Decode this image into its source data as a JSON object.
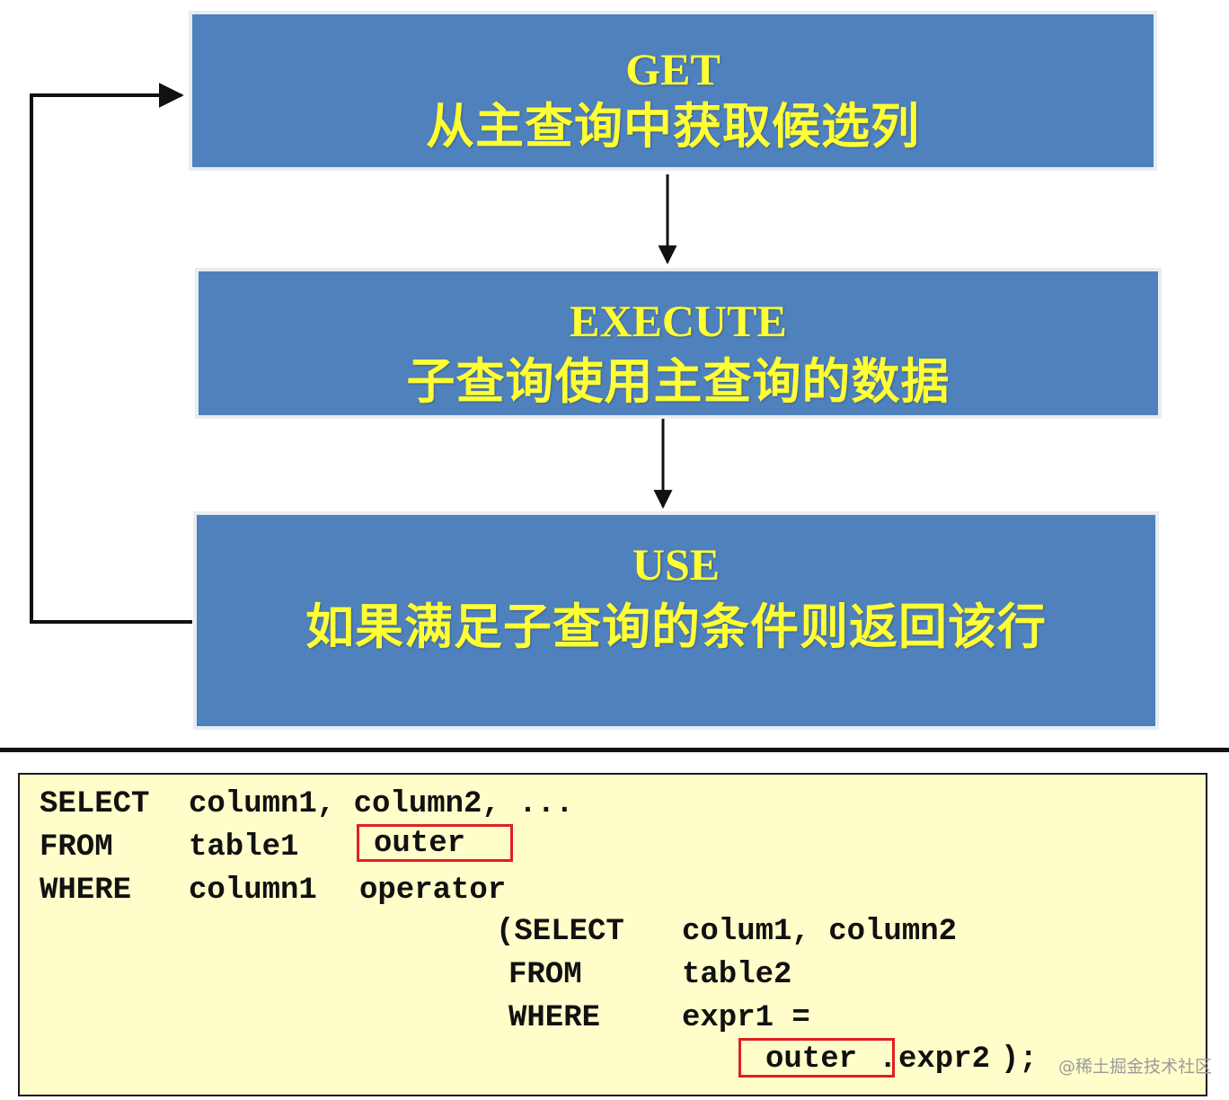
{
  "flow": {
    "steps": [
      {
        "title": "GET",
        "description": "从主查询中获取候选列"
      },
      {
        "title": "EXECUTE",
        "description": "子查询使用主查询的数据"
      },
      {
        "title": "USE",
        "description": "如果满足子查询的条件则返回该行"
      }
    ]
  },
  "code": {
    "line1": {
      "kw": "SELECT",
      "cols": "column1, column2, ..."
    },
    "line2": {
      "kw": "FROM",
      "table": "table1",
      "alias": "outer"
    },
    "line3": {
      "kw": "WHERE",
      "col": "column1",
      "op": "operator"
    },
    "line4": {
      "kw": "(SELECT",
      "cols": "colum1, column2"
    },
    "line5": {
      "kw": "FROM",
      "table": "table2"
    },
    "line6": {
      "kw": "WHERE",
      "expr": "expr1 ="
    },
    "line7": {
      "alias": "outer",
      "dot": ".",
      "expr": "expr2",
      "tail": ");"
    }
  },
  "watermark": "@稀土掘金技术社区",
  "colors": {
    "box_fill": "#4f81bd",
    "box_text": "#ffff33",
    "code_background": "#fffdca",
    "highlight_border": "#e02020"
  }
}
